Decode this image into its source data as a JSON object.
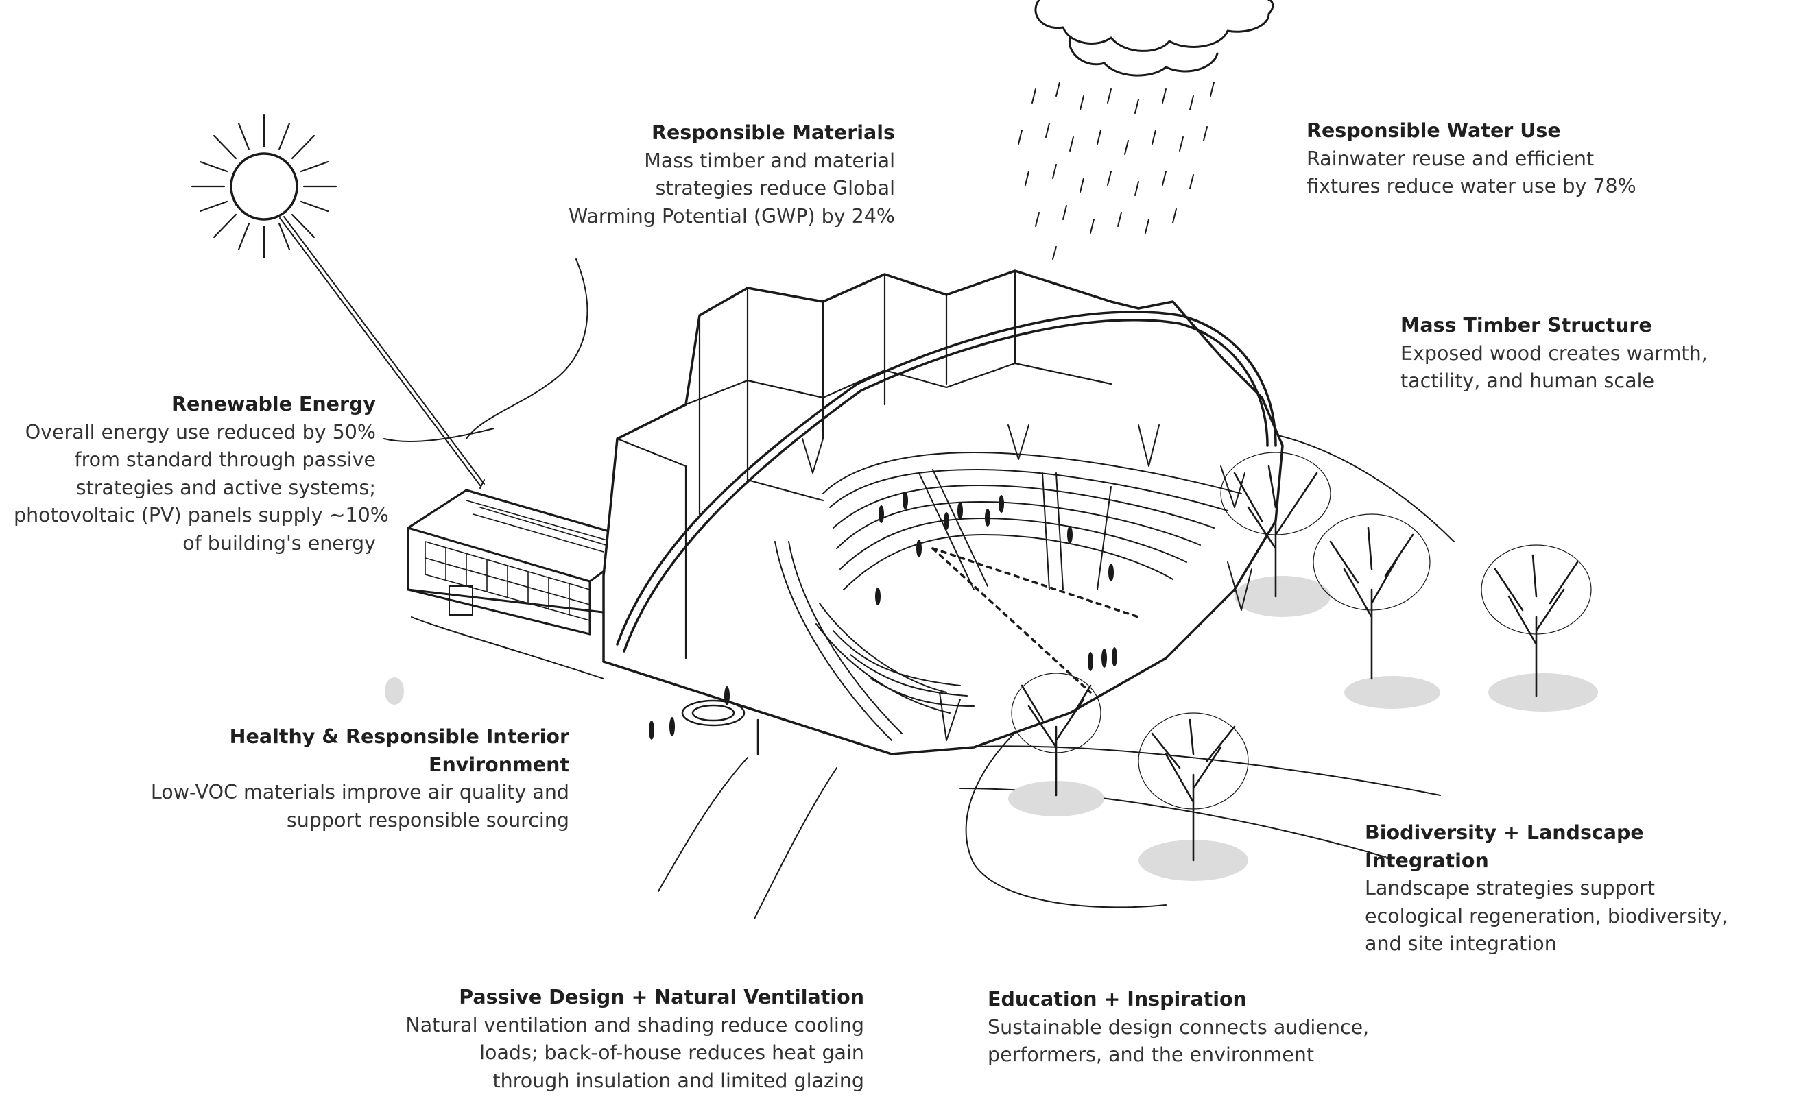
{
  "callouts": [
    {
      "title": "Responsible Materials",
      "lines": [
        "Mass timber and material",
        "strategies reduce Global",
        "Warming Potential (GWP) by 24%"
      ]
    },
    {
      "title": "Responsible Water Use",
      "lines": [
        "Rainwater reuse and efficient",
        "fixtures reduce water use by 78%"
      ]
    },
    {
      "title": "Mass Timber Structure",
      "lines": [
        "Exposed wood creates warmth,",
        "tactility, and human scale"
      ]
    },
    {
      "title": "Renewable Energy",
      "lines": [
        "Overall energy use reduced by 50%",
        "from standard through passive",
        "strategies and active systems;",
        "photovoltaic (PV) panels supply ~10%",
        "of building's energy"
      ]
    },
    {
      "title": "Healthy & Responsible Interior Environment",
      "lines": [
        "Low-VOC materials improve air quality and",
        "support responsible sourcing"
      ]
    },
    {
      "title": "Biodiversity + Landscape Integration",
      "lines": [
        "Landscape strategies support",
        "ecological regeneration, biodiversity,",
        "and site integration"
      ]
    },
    {
      "title": "Passive Design + Natural Ventilation",
      "lines": [
        "Natural ventilation and shading reduce cooling",
        "loads; back-of-house reduces heat gain",
        "through insulation and limited glazing"
      ]
    },
    {
      "title": "Education + Inspiration",
      "lines": [
        "Sustainable design connects audience,",
        "performers, and the environment"
      ]
    }
  ],
  "colors": {
    "ink": "#1a1a1a",
    "text": "#333333",
    "title": "#1f1f1f",
    "paper": "#ffffff",
    "stipple": "#9a9a9a"
  }
}
